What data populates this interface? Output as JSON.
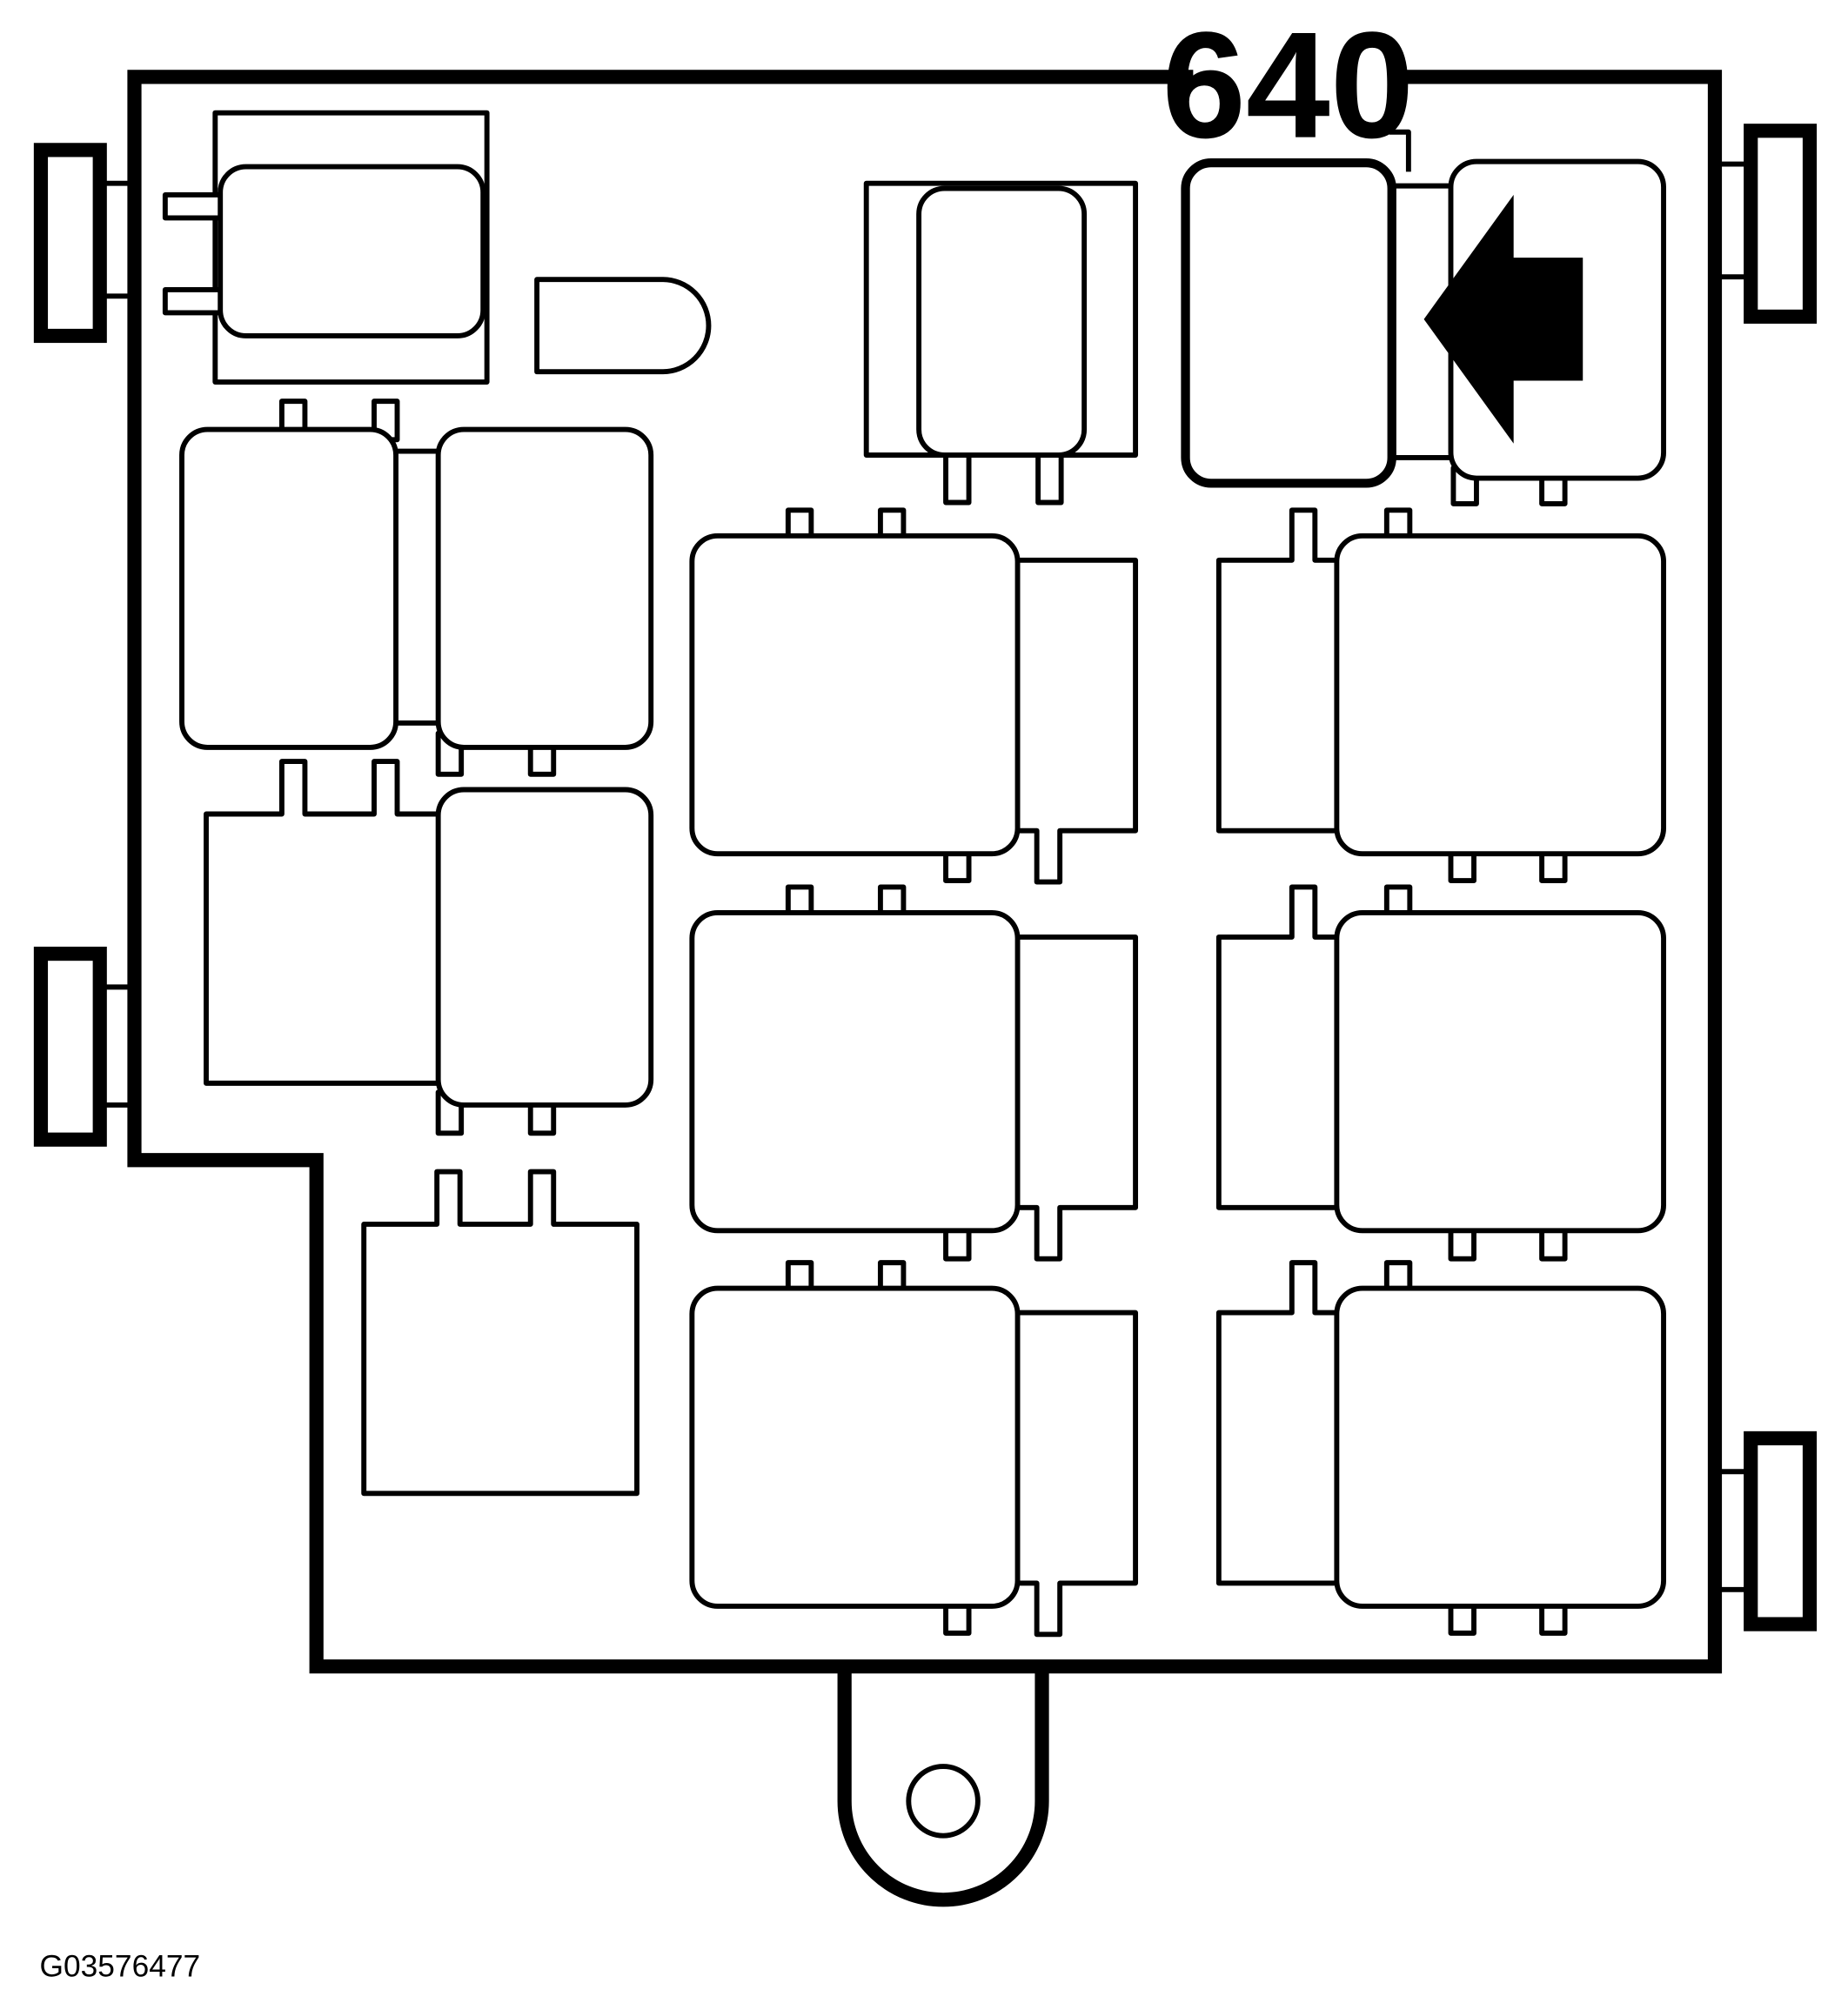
{
  "diagram": {
    "callout_label": "640",
    "figure_id": "G03576477",
    "highlighted_component": "relay-640",
    "arrow_direction": "left",
    "colors": {
      "line": "#000000",
      "background": "#ffffff"
    }
  }
}
